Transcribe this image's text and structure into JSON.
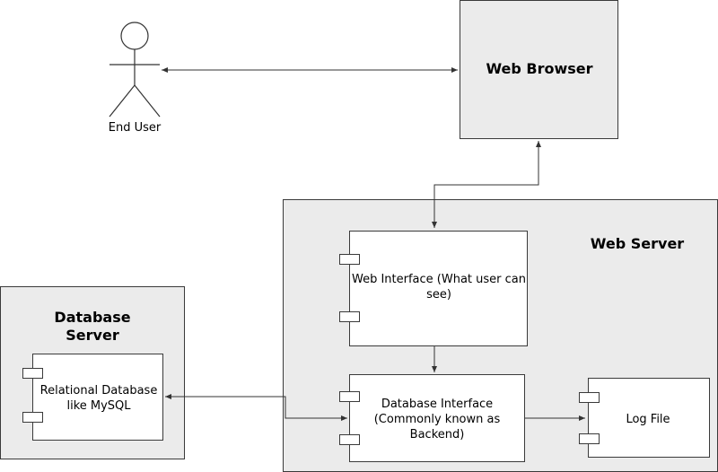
{
  "actor": {
    "label": "End User"
  },
  "nodes": {
    "web_browser": {
      "title": "Web Browser"
    },
    "web_server": {
      "title": "Web Server"
    },
    "database_server": {
      "title": "Database Server"
    }
  },
  "components": {
    "web_interface": {
      "label": "Web Interface (What user can see)"
    },
    "database_interface": {
      "label": "Database Interface (Commonly known as Backend)"
    },
    "log_file": {
      "label": "Log File"
    },
    "relational_database": {
      "label": "Relational Database like MySQL"
    }
  },
  "colors": {
    "node_fill": "#ebebeb",
    "component_fill": "#ffffff",
    "stroke": "#3a3a3a"
  }
}
